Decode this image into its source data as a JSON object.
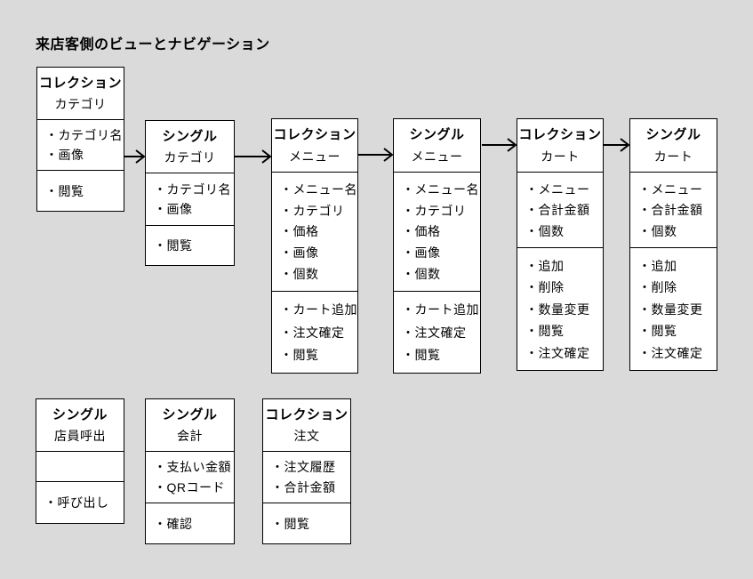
{
  "page": {
    "title": "来店客側のビューとナビゲーション"
  },
  "colors": {
    "background": "#dadada",
    "box_fill": "#ffffff",
    "line": "#000000",
    "text": "#000000"
  },
  "boxes": [
    {
      "key": "collection-category",
      "type": "コレクション",
      "name": "カテゴリ",
      "attributes": [
        "・カテゴリ名",
        "・画像"
      ],
      "operations": [
        "・閲覧"
      ]
    },
    {
      "key": "single-category",
      "type": "シングル",
      "name": "カテゴリ",
      "attributes": [
        "・カテゴリ名",
        "・画像"
      ],
      "operations": [
        "・閲覧"
      ]
    },
    {
      "key": "collection-menu",
      "type": "コレクション",
      "name": "メニュー",
      "attributes": [
        "・メニュー名",
        "・カテゴリ",
        "・価格",
        "・画像",
        "・個数"
      ],
      "operations": [
        "・カート追加",
        "・注文確定",
        "・閲覧"
      ]
    },
    {
      "key": "single-menu",
      "type": "シングル",
      "name": "メニュー",
      "attributes": [
        "・メニュー名",
        "・カテゴリ",
        "・価格",
        "・画像",
        "・個数"
      ],
      "operations": [
        "・カート追加",
        "・注文確定",
        "・閲覧"
      ]
    },
    {
      "key": "collection-cart",
      "type": "コレクション",
      "name": "カート",
      "attributes": [
        "・メニュー",
        "・合計金額",
        "・個数"
      ],
      "operations": [
        "・追加",
        "・削除",
        "・数量変更",
        "・閲覧",
        "・注文確定"
      ]
    },
    {
      "key": "single-cart",
      "type": "シングル",
      "name": "カート",
      "attributes": [
        "・メニュー",
        "・合計金額",
        "・個数"
      ],
      "operations": [
        "・追加",
        "・削除",
        "・数量変更",
        "・閲覧",
        "・注文確定"
      ]
    },
    {
      "key": "single-staff-call",
      "type": "シングル",
      "name": "店員呼出",
      "attributes": [],
      "operations": [
        "・呼び出し"
      ]
    },
    {
      "key": "single-checkout",
      "type": "シングル",
      "name": "会計",
      "attributes": [
        "・支払い金額",
        "・QRコード"
      ],
      "operations": [
        "・確認"
      ]
    },
    {
      "key": "collection-order",
      "type": "コレクション",
      "name": "注文",
      "attributes": [
        "・注文履歴",
        "・合計金額"
      ],
      "operations": [
        "・閲覧"
      ]
    }
  ],
  "arrows": [
    {
      "from": "collection-category",
      "to": "single-category"
    },
    {
      "from": "single-category",
      "to": "collection-menu"
    },
    {
      "from": "collection-menu",
      "to": "single-menu"
    },
    {
      "from": "single-menu",
      "to": "collection-cart"
    },
    {
      "from": "collection-cart",
      "to": "single-cart"
    }
  ]
}
